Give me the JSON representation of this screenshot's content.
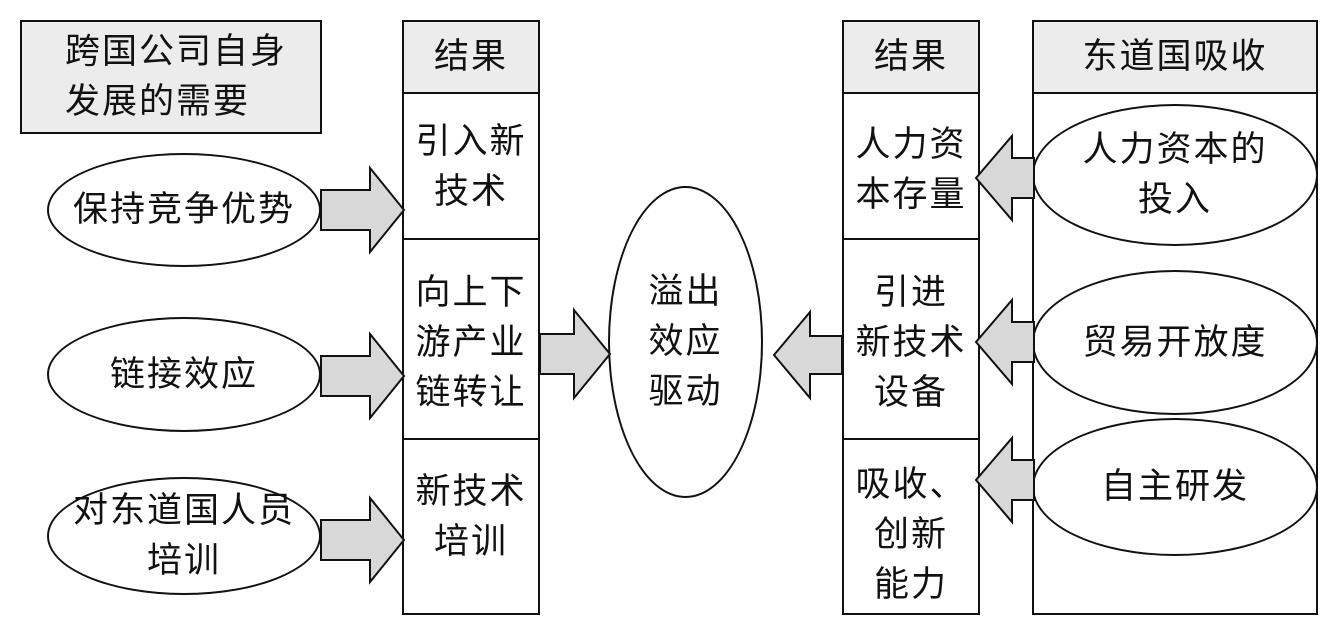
{
  "left_title": "跨国公司自身\n发展的需要",
  "left_drivers": [
    "保持竞争优势",
    "链接效应",
    "对东道国人员\n培训"
  ],
  "left_results": {
    "header": "结果",
    "items": [
      "引入新\n技术",
      "向上下\n游产业\n链转让",
      "新技术\n培训"
    ]
  },
  "center": "溢出\n效应\n驱动",
  "right_results": {
    "header": "结果",
    "items": [
      "人力资\n本存量",
      "引进\n新技术\n设备",
      "吸收、\n创新\n能力"
    ]
  },
  "host_absorption": {
    "header": "东道国吸收",
    "items": [
      "人力资本的\n投入",
      "贸易开放度",
      "自主研发"
    ]
  },
  "colors": {
    "header_fill": "#ececec",
    "arrow_fill": "#d8d8d8",
    "stroke": "#111111"
  }
}
